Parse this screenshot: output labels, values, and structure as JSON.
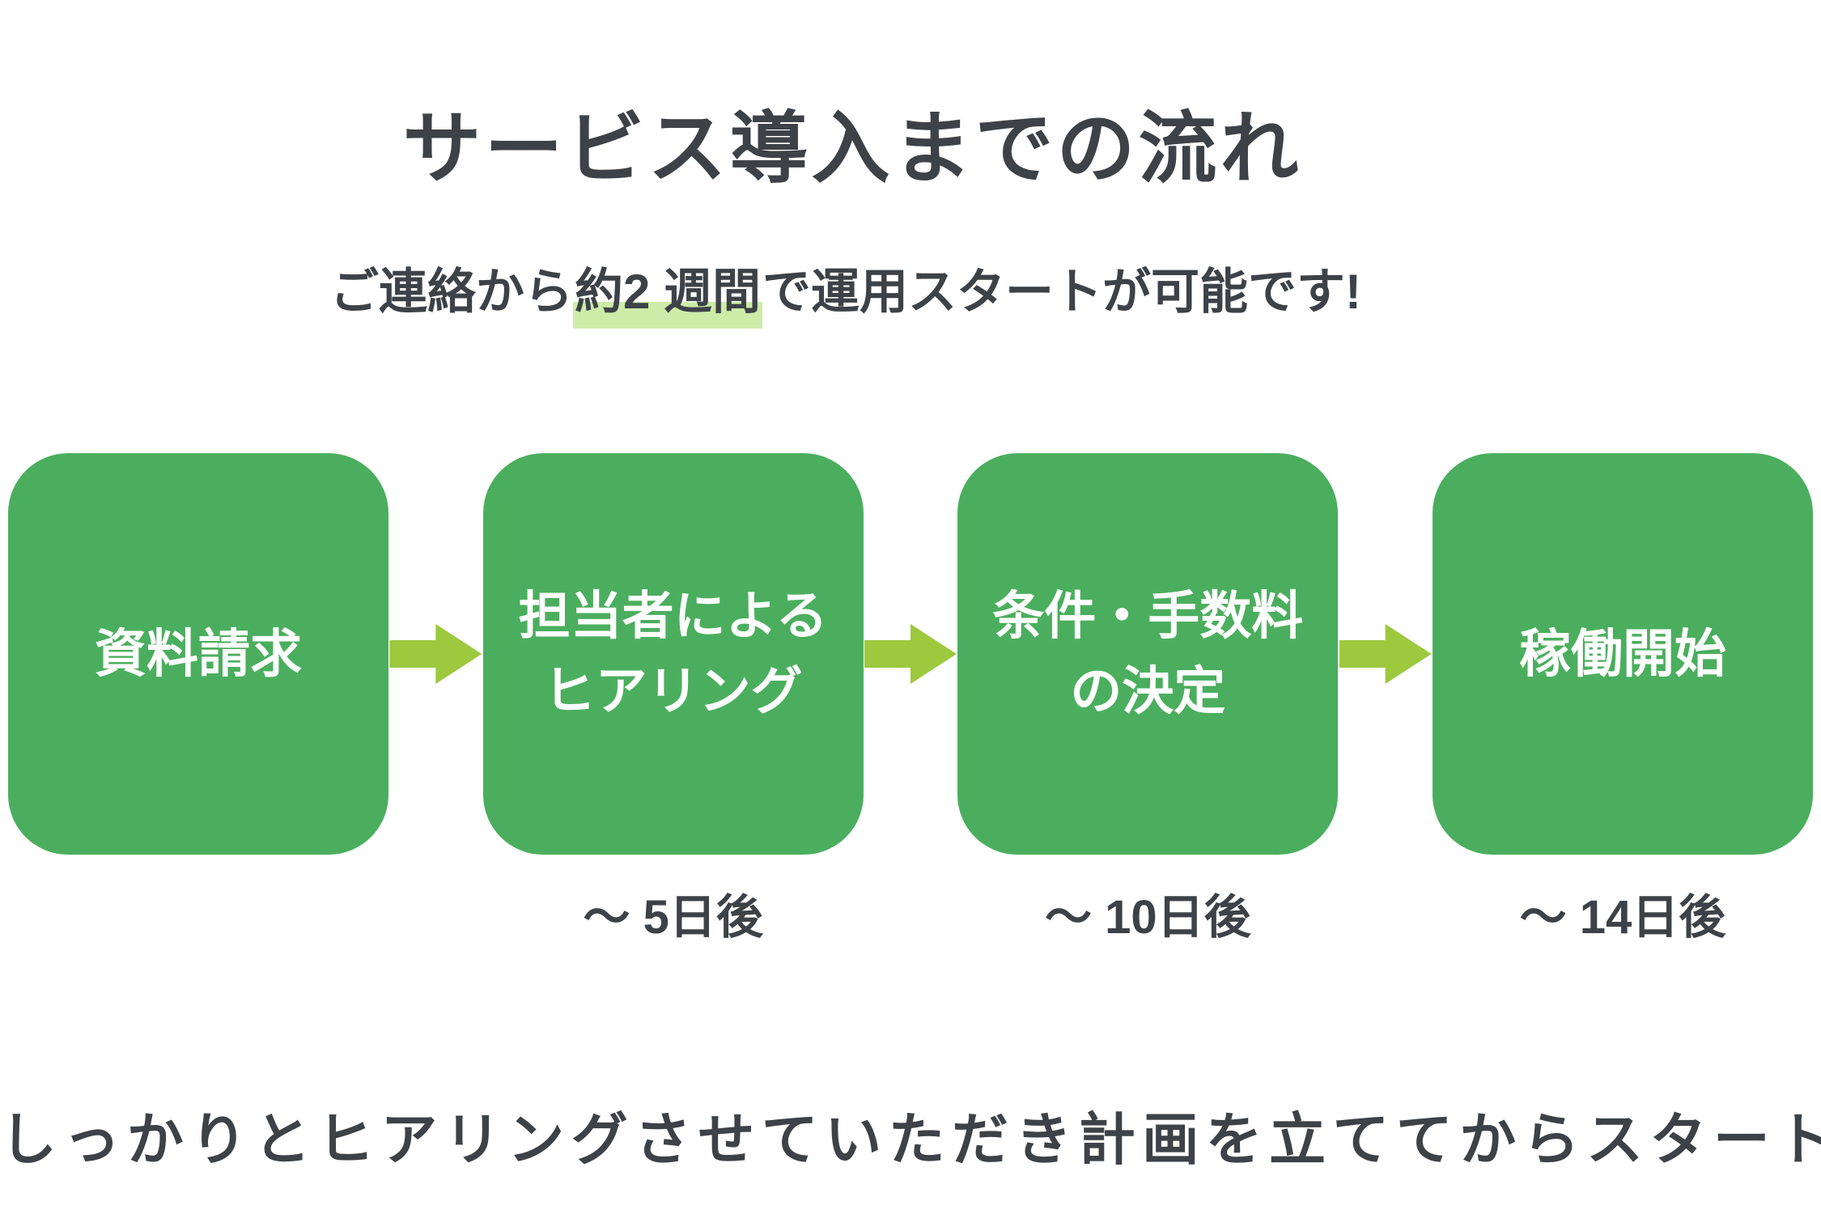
{
  "title": "サービス導入までの流れ",
  "subtitle": {
    "prefix": "ご連絡から",
    "highlight": "約2 週間",
    "suffix": "で運用スタートが可能です!"
  },
  "steps": [
    {
      "label": "資料請求",
      "timing": ""
    },
    {
      "label": "担当者による\nヒアリング",
      "timing": "～ 5日後"
    },
    {
      "label": "条件・手数料\nの決定",
      "timing": "～ 10日後"
    },
    {
      "label": "稼働開始",
      "timing": "～ 14日後"
    }
  ],
  "footer": "しっかりとヒアリングさせていただき計画を立ててからスタートします。",
  "colors": {
    "box_green": "#4bae5e",
    "arrow_green": "#9cc93e",
    "highlight_green": "#cdeca8",
    "text_dark": "#3d4248"
  }
}
